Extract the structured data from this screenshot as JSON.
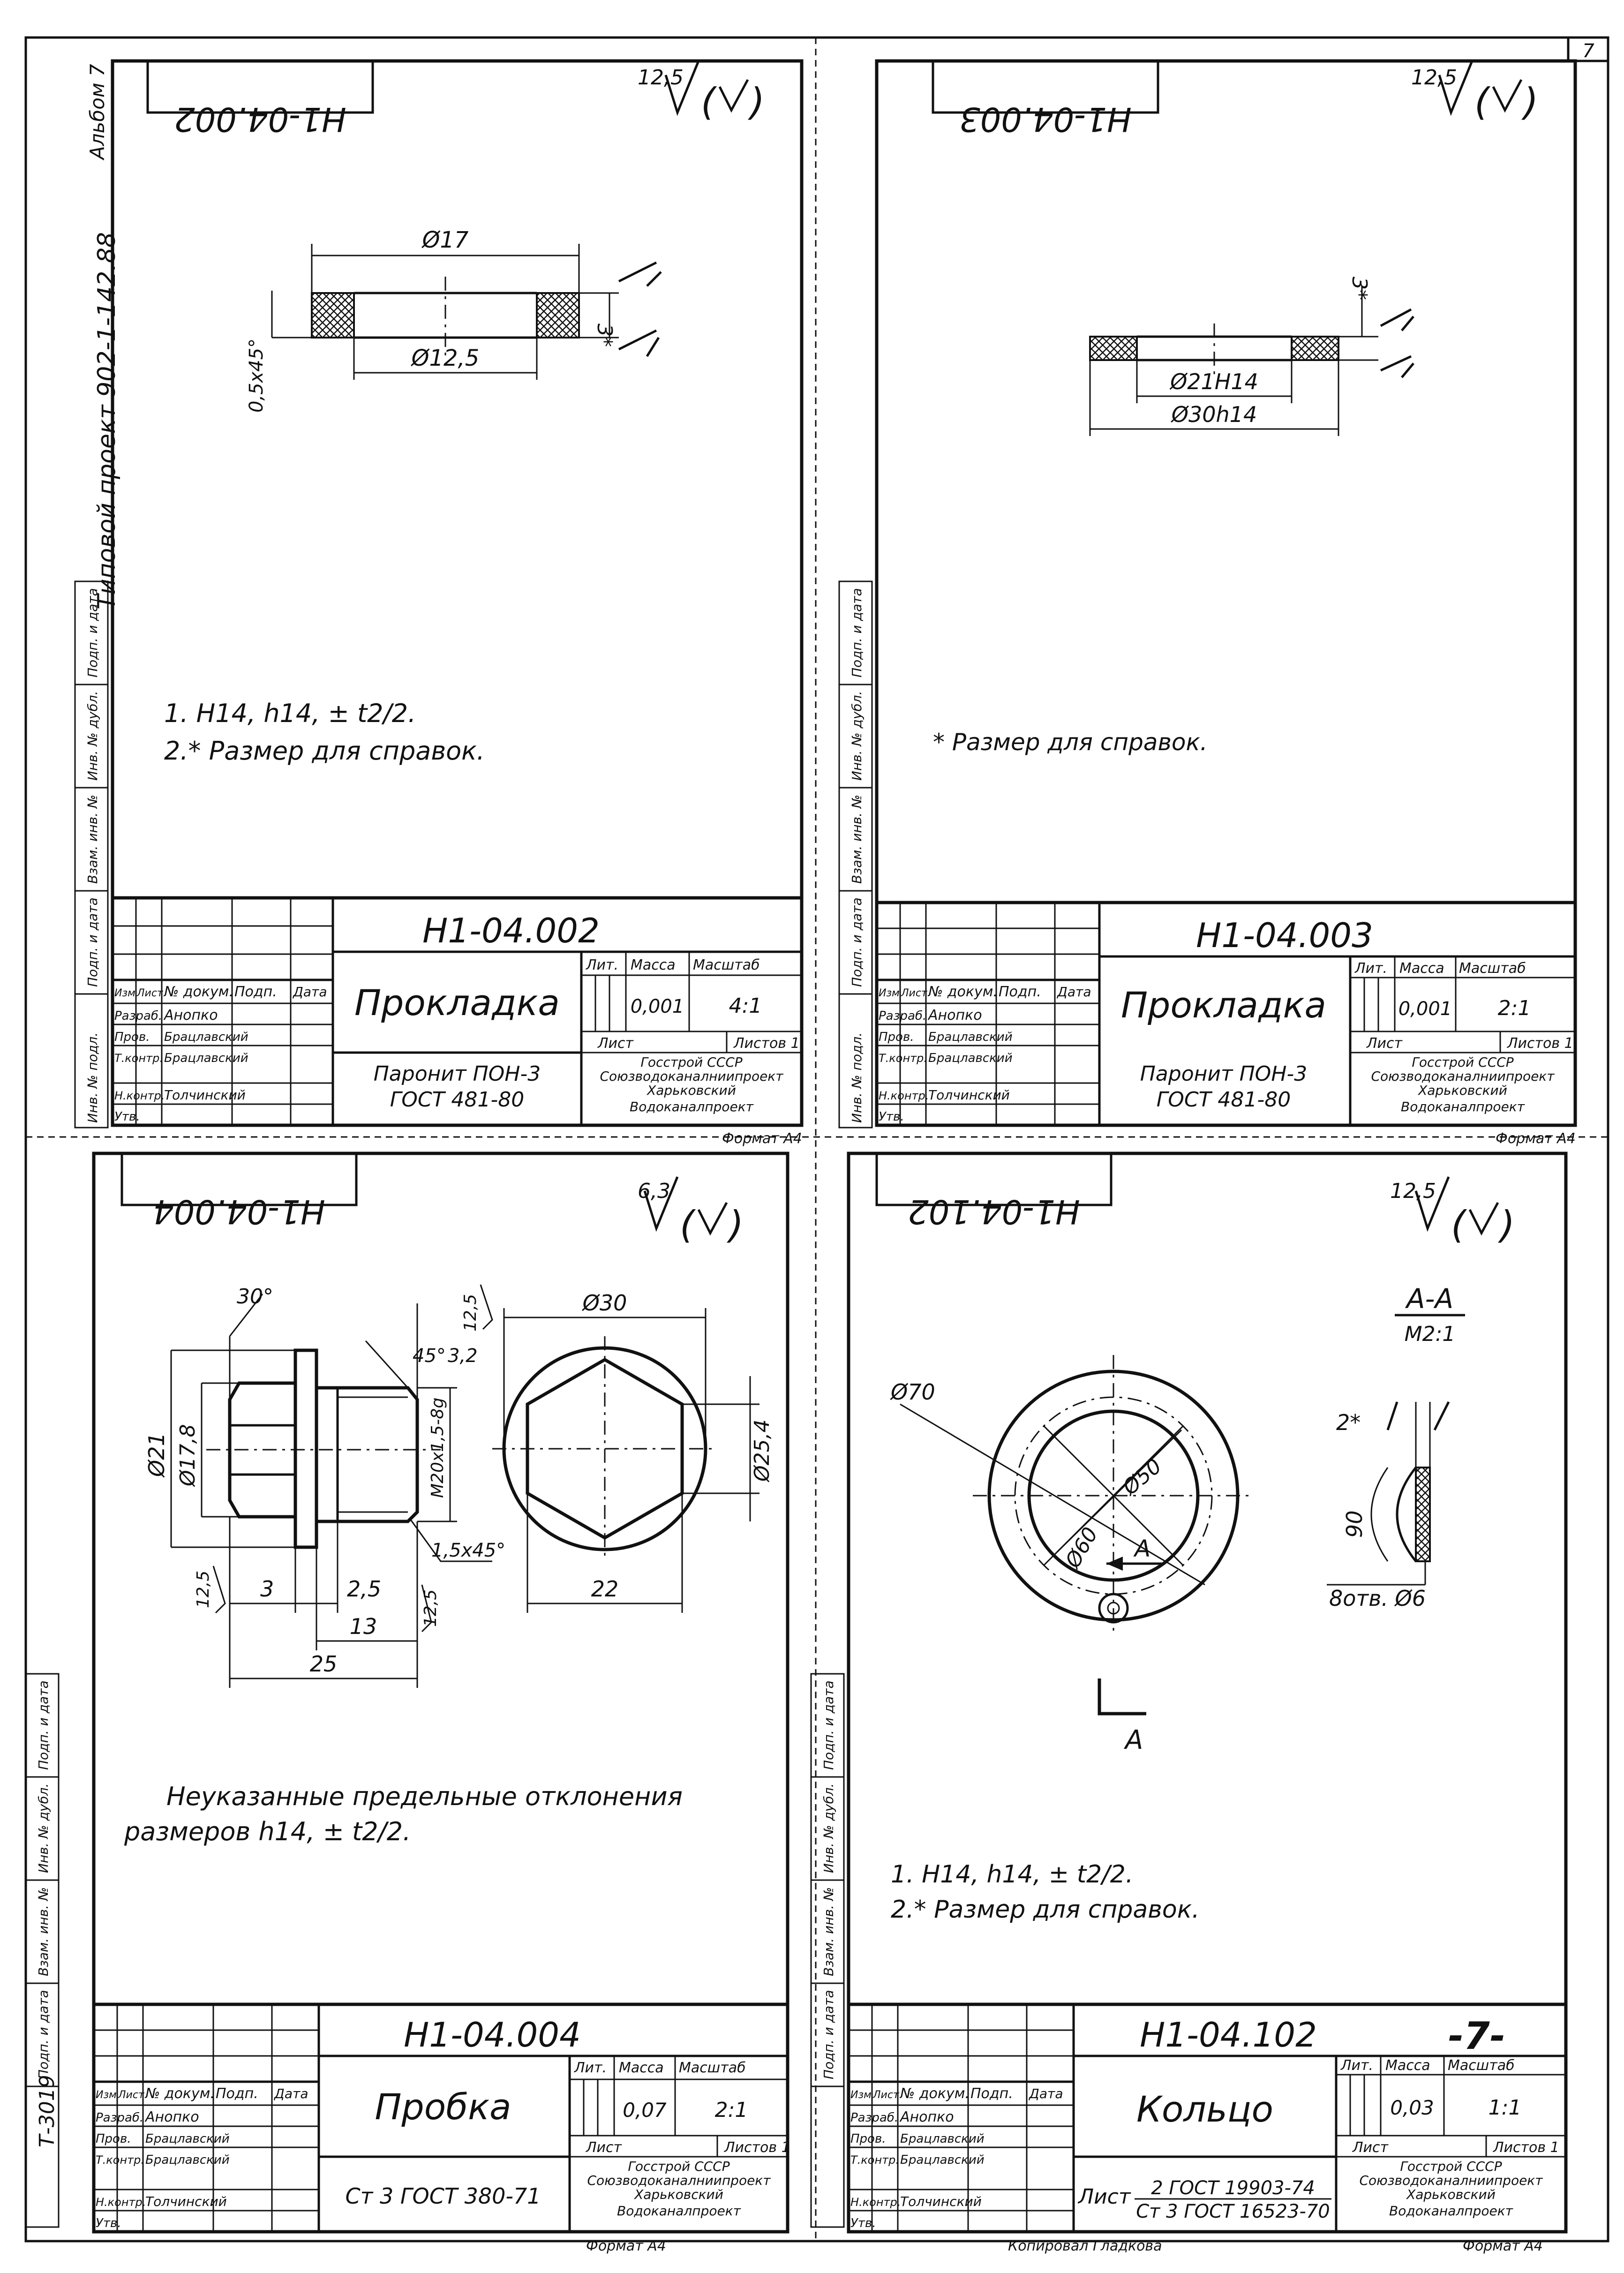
{
  "page_number": "7",
  "left_margin": {
    "album": "Альбом 7",
    "project": "Типовой проект 902-1-142.88",
    "inventory": "Т-3019"
  },
  "side_labels": [
    "Подп. и дата",
    "Инв. № дубл.",
    "Взам. инв. №",
    "Подп. и дата",
    "Инв. № подл."
  ],
  "format": "Формат А4",
  "copied": "Копировал Гладкова",
  "header_labels": {
    "izm": "Изм",
    "list": "Лист",
    "ndoc": "№ докум.",
    "podp": "Подп.",
    "data": "Дата",
    "lit": "Лит.",
    "massa": "Масса",
    "masshtab": "Масштаб",
    "sheet": "Лист",
    "sheets": "Листов 1"
  },
  "roles": {
    "razrab": "Разраб.",
    "prov": "Пров.",
    "tkontr": "Т.контр.",
    "nkontr": "Н.контр.",
    "utv": "Утв."
  },
  "people": {
    "razrab": "Анопко",
    "prov": "Брацлавский",
    "nkontr": "Толчинский"
  },
  "org": [
    "Госстрой СССР",
    "Союзводоканалниипроект",
    "Харьковский",
    "Водоканалпроект"
  ],
  "sheets": [
    {
      "code_mirror": "Н1-04.002",
      "code": "Н1-04.002",
      "name": "Прокладка",
      "material": [
        "Паронит ПОН-3",
        "ГОСТ 481-80"
      ],
      "mass": "0,001",
      "scale": "4:1",
      "roughness": "12,5",
      "dims": {
        "d_outer": "Ø17",
        "d_inner": "Ø12,5",
        "thick": "3*",
        "chamfer": "0,5x45°"
      },
      "notes": [
        "1. Н14, h14, ± t2/2.",
        "2.* Размер для справок."
      ]
    },
    {
      "code_mirror": "Н1-04.003",
      "code": "Н1-04.003",
      "name": "Прокладка",
      "material": [
        "Паронит ПОН-3",
        "ГОСТ 481-80"
      ],
      "mass": "0,001",
      "scale": "2:1",
      "roughness": "12,5",
      "dims": {
        "d_inner": "Ø21Н14",
        "d_outer": "Ø30h14",
        "thick": "3*"
      },
      "notes": [
        "* Размер для справок."
      ]
    },
    {
      "code_mirror": "Н1-04.004",
      "code": "Н1-04.004",
      "name": "Пробка",
      "material": [
        "Ст 3 ГОСТ 380-71"
      ],
      "mass": "0,07",
      "scale": "2:1",
      "roughness": "6,3",
      "dims": {
        "angle": "30°",
        "chamfer_angle": "45°",
        "r32": "3,2",
        "r125": "12,5",
        "d21": "Ø21",
        "d178": "Ø17,8",
        "thread": "М20х1,5-8g",
        "chamfer": "1,5х45°",
        "len3": "3",
        "len25a": "2,5",
        "len13": "13",
        "len25": "25",
        "d30": "Ø30",
        "d254": "Ø25,4",
        "across": "22"
      },
      "notes": [
        "Неуказанные предельные отклонения",
        "размеров h14, ± t2/2."
      ]
    },
    {
      "code_mirror": "Н1-04.102",
      "code": "Н1-04.102",
      "name": "Кольцо",
      "material": [
        "2 ГОСТ 19903-74",
        "Ст 3 ГОСТ 16523-70"
      ],
      "material_label": "Лист",
      "mass": "0,03",
      "scale": "1:1",
      "roughness": "12,5",
      "sheet_mark": "-7-",
      "dims": {
        "d70": "Ø70",
        "d50": "Ø50",
        "d60": "Ø60",
        "sec": "А",
        "sec_title": "А-А",
        "sec_scale": "М2:1",
        "thick": "2*",
        "angle": "90",
        "holes": "8отв. Ø6"
      },
      "notes": [
        "1. Н14, h14, ± t2/2.",
        "2.* Размер для справок."
      ]
    }
  ]
}
